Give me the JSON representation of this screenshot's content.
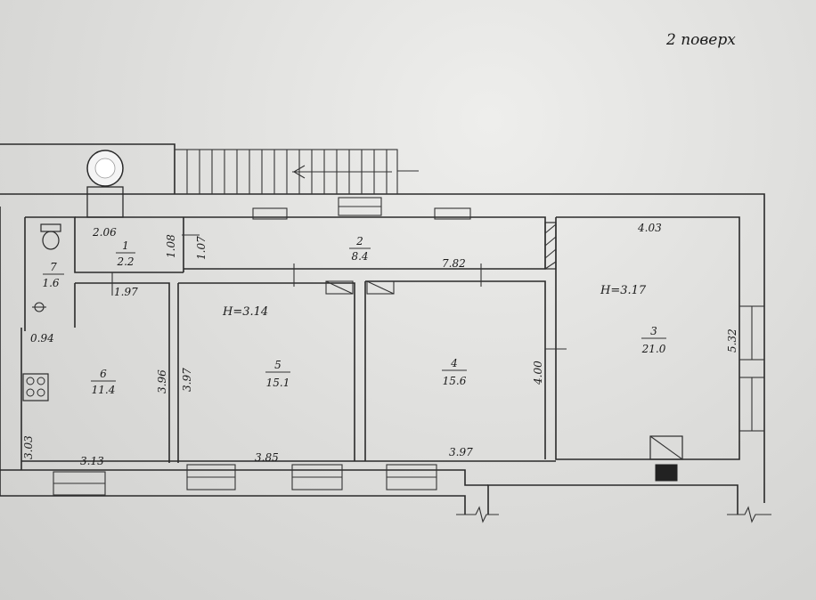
{
  "floor_title": "2 поверх",
  "rooms": [
    {
      "number": "1",
      "area": "2.2"
    },
    {
      "number": "2",
      "area": "8.4"
    },
    {
      "number": "3",
      "area": "21.0"
    },
    {
      "number": "4",
      "area": "15.6"
    },
    {
      "number": "5",
      "area": "15.1"
    },
    {
      "number": "6",
      "area": "11.4"
    },
    {
      "number": "7",
      "area": "1.6"
    }
  ],
  "heights": {
    "h1": "H=3.14",
    "h2": "H=3.17"
  },
  "dimensions": {
    "d_2_06": "2.06",
    "d_1_08": "1.08",
    "d_1_07": "1.07",
    "d_7_82": "7.82",
    "d_4_03": "4.03",
    "d_1_97": "1.97",
    "d_0_94": "0.94",
    "d_3_96": "3.96",
    "d_3_97_v": "3.97",
    "d_4_00": "4.00",
    "d_5_32": "5.32",
    "d_3_03": "3.03",
    "d_3_13": "3.13",
    "d_3_85": "3.85",
    "d_3_97_h": "3.97"
  }
}
